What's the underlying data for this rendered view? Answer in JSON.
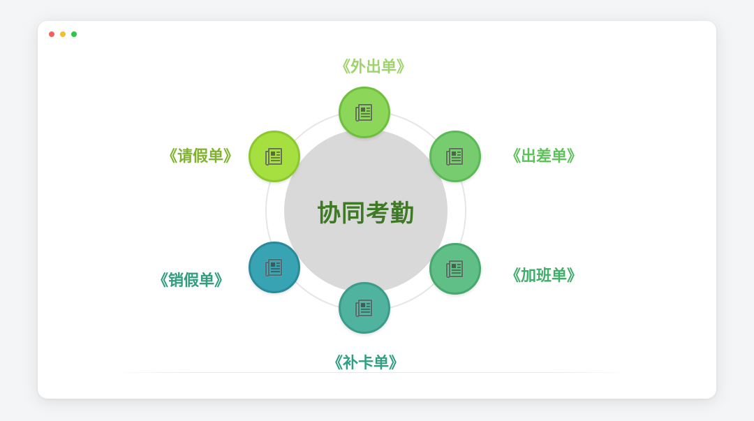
{
  "diagram": {
    "center_title": "协同考勤",
    "nodes": [
      {
        "id": "outing",
        "label": "《外出单》",
        "icon": "document-icon",
        "fill": "#8cd65a",
        "border": "#6fbf3c",
        "label_color": "#9ed46a"
      },
      {
        "id": "business-trip",
        "label": "《出差单》",
        "icon": "document-icon",
        "fill": "#76cc6e",
        "border": "#5aba55",
        "label_color": "#5ec25a"
      },
      {
        "id": "overtime",
        "label": "《加班单》",
        "icon": "document-icon",
        "fill": "#5fbf86",
        "border": "#45a86c",
        "label_color": "#3fae6a"
      },
      {
        "id": "card-supplement",
        "label": "《补卡单》",
        "icon": "document-icon",
        "fill": "#4fb3a0",
        "border": "#3b9c89",
        "label_color": "#2f9e83"
      },
      {
        "id": "leave-cancel",
        "label": "《销假单》",
        "icon": "document-icon",
        "fill": "#38a3b3",
        "border": "#2a8a99",
        "label_color": "#2f9e7e"
      },
      {
        "id": "leave",
        "label": "《请假单》",
        "icon": "document-icon",
        "fill": "#a6e040",
        "border": "#8cc82d",
        "label_color": "#7fb32e"
      }
    ]
  }
}
